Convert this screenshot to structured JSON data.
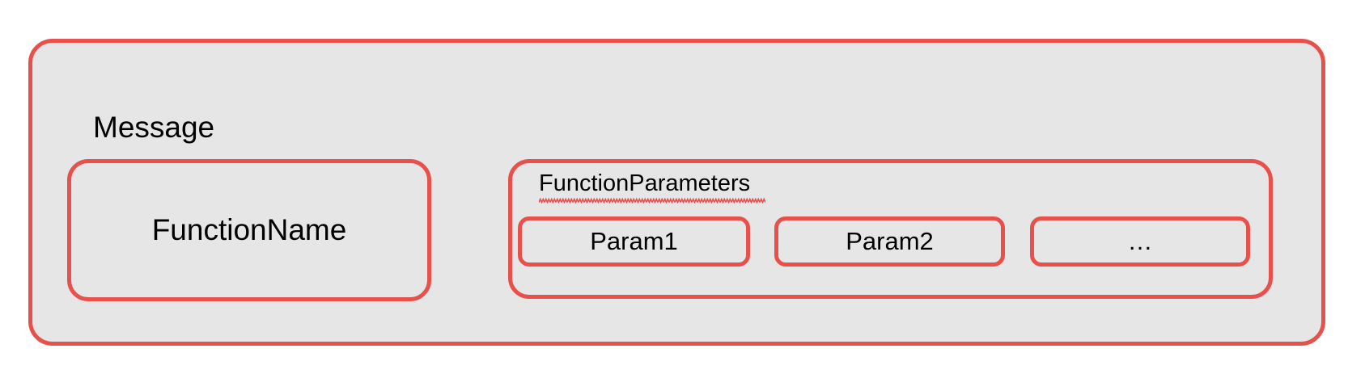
{
  "diagram": {
    "title": "Message",
    "type": "nested-block-diagram",
    "colors": {
      "border": "#e8504c",
      "fill": "#e6e6e6",
      "text": "#000000",
      "spellcheck_underline": "#e8504c",
      "page_background": "#ffffff"
    },
    "blocks": {
      "message": {
        "label": "Message",
        "label_position": "top-left"
      },
      "function_name": {
        "label": "FunctionName",
        "label_position": "center"
      },
      "function_parameters": {
        "label": "FunctionParameters",
        "label_position": "top-left",
        "has_spellcheck_underline": true,
        "params": [
          {
            "label": "Param1"
          },
          {
            "label": "Param2"
          },
          {
            "label": "…"
          }
        ]
      }
    }
  }
}
